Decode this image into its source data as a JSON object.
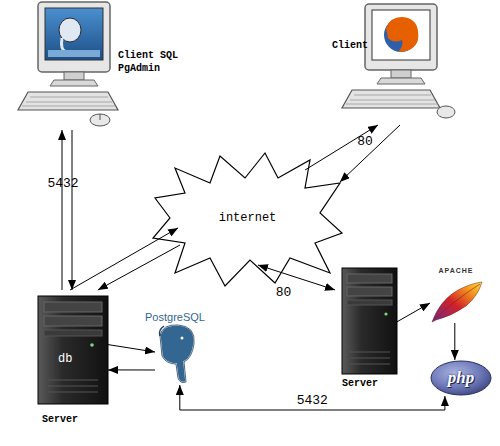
{
  "diagram": {
    "nodes": [
      {
        "text": [
          "Client SQL PgAdmin"
        ]
      },
      {
        "text": [
          "Client"
        ]
      },
      {
        "text": [
          "internet"
        ]
      },
      {
        "text": [
          "db",
          "Server"
        ]
      },
      {
        "text": [
          "PostgreSQL"
        ]
      },
      {
        "text": [
          "Server"
        ]
      },
      {
        "text": [
          "APACHE"
        ]
      },
      {
        "text": [
          "php"
        ]
      }
    ],
    "edges": [
      {
        "from": 3,
        "to": 0,
        "arrow": "to",
        "label": "5432"
      },
      {
        "from": 0,
        "to": 3,
        "arrow": "to"
      },
      {
        "from": 3,
        "to": 2,
        "arrow": "to"
      },
      {
        "from": 2,
        "to": 3,
        "arrow": "to"
      },
      {
        "from": 2,
        "to": 1,
        "arrow": "to"
      },
      {
        "from": 1,
        "to": 2,
        "arrow": "to",
        "label": "80"
      },
      {
        "from": 2,
        "to": 5,
        "arrow": "both",
        "label": "80"
      },
      {
        "from": 3,
        "to": 4,
        "arrow": "to"
      },
      {
        "from": 4,
        "to": 3,
        "arrow": "to"
      },
      {
        "from": 5,
        "to": 6,
        "arrow": "to"
      },
      {
        "from": 6,
        "to": 7,
        "arrow": "to"
      },
      {
        "from": 4,
        "to": 7,
        "arrow": "both",
        "label": "5432"
      }
    ]
  }
}
